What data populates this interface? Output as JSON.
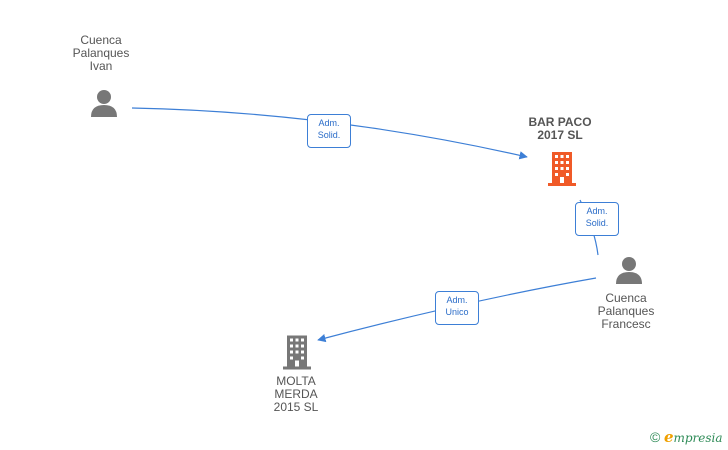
{
  "nodes": {
    "person_ivan": {
      "lines": [
        "Cuenca",
        "Palanques",
        "Ivan"
      ],
      "icon": "person-icon",
      "color": "#777777"
    },
    "company_bar_paco": {
      "lines": [
        "BAR PACO",
        "2017  SL"
      ],
      "icon": "building-icon",
      "color": "#f05a28"
    },
    "person_francesc": {
      "lines": [
        "Cuenca",
        "Palanques",
        "Francesc"
      ],
      "icon": "person-icon",
      "color": "#777777"
    },
    "company_molta_merda": {
      "lines": [
        "MOLTA",
        "MERDA",
        "2015  SL"
      ],
      "icon": "building-icon",
      "color": "#777777"
    }
  },
  "edges": {
    "ivan_to_bar": {
      "lines": [
        "Adm.",
        "Solid."
      ]
    },
    "francesc_to_bar": {
      "lines": [
        "Adm.",
        "Solid."
      ]
    },
    "francesc_to_molta": {
      "lines": [
        "Adm.",
        "Unico"
      ]
    }
  },
  "colors": {
    "edge": "#3d7fd6"
  },
  "brand": {
    "symbol": "©",
    "initial": "e",
    "rest": "mpresia"
  }
}
